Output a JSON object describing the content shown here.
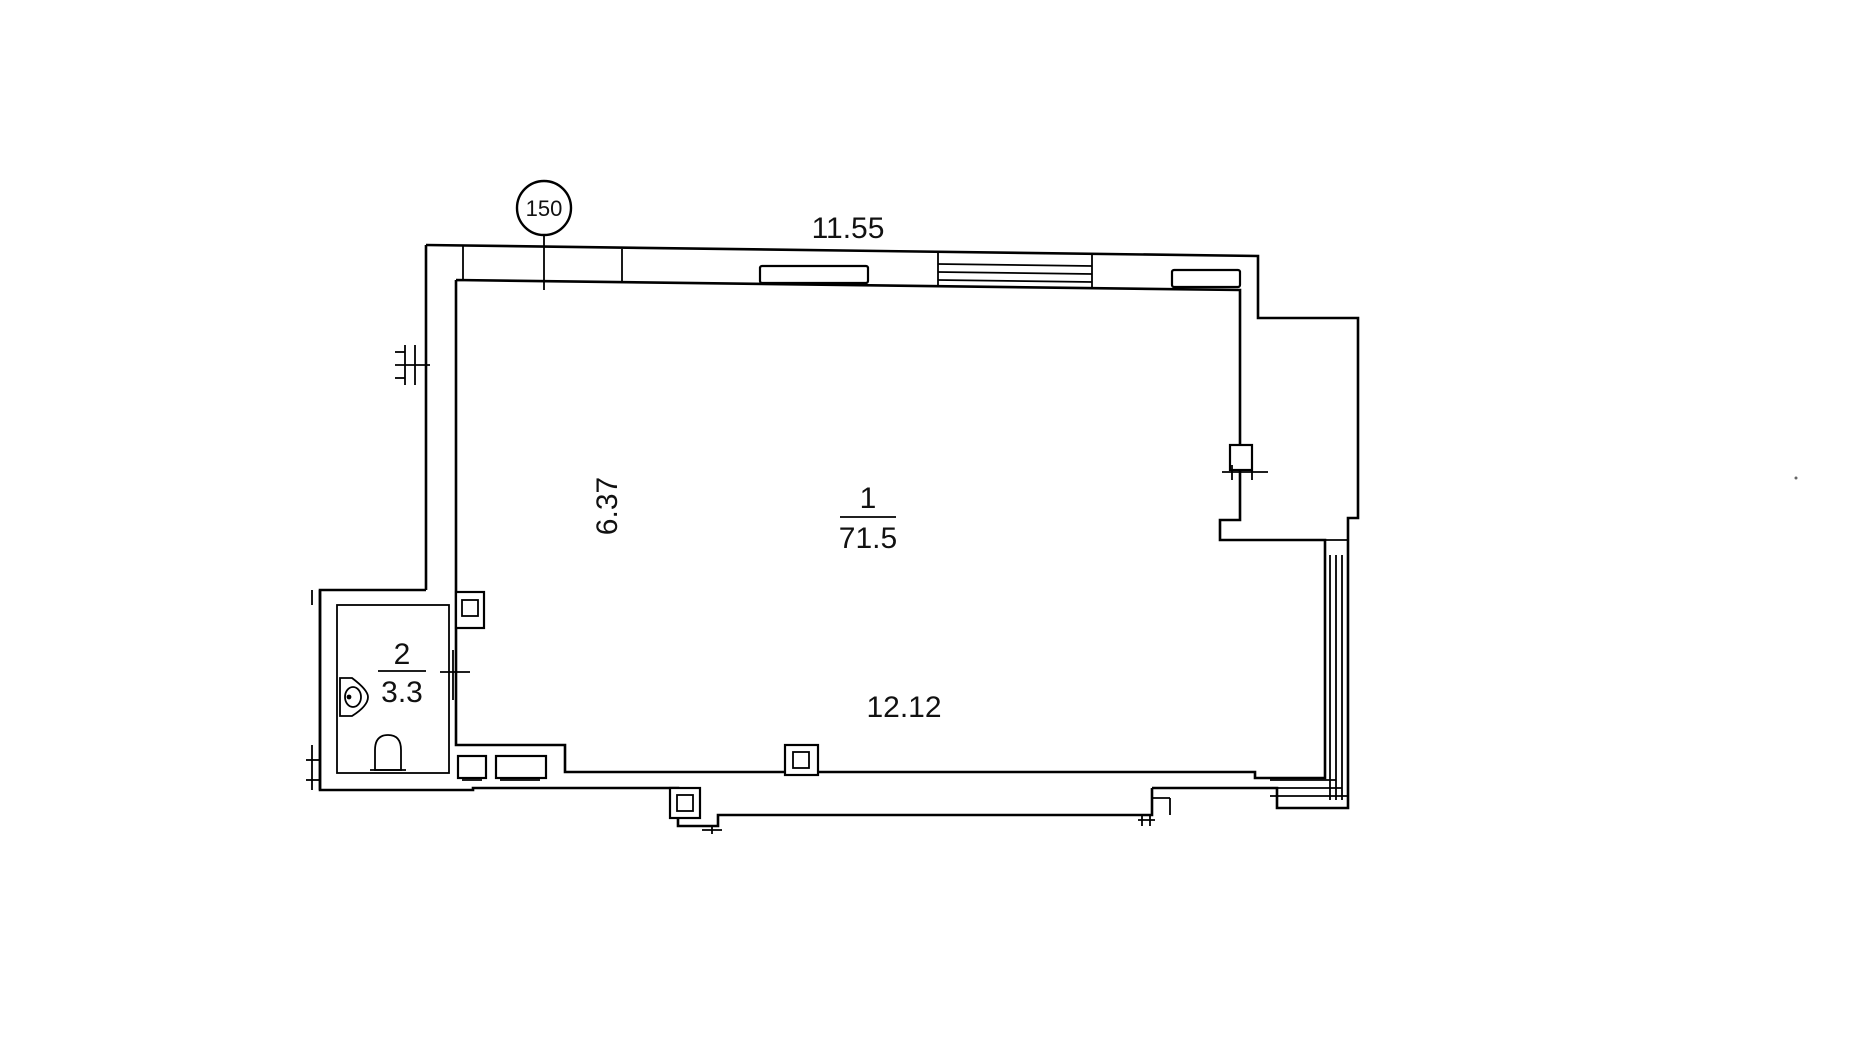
{
  "plan": {
    "marker": "150",
    "dims": {
      "top_length": "11.55",
      "left_height": "6.37",
      "bottom_length": "12.12"
    },
    "rooms": [
      {
        "number": "1",
        "area": "71.5"
      },
      {
        "number": "2",
        "area": "3.3"
      }
    ]
  }
}
